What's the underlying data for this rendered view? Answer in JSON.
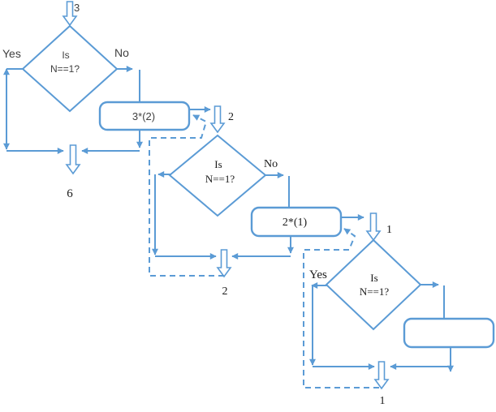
{
  "diagram": {
    "accent_color": "#5B9BD5",
    "sans_text_color": "#3F3F3F",
    "serif_text_color": "#1A1A1A",
    "levels": [
      {
        "entry_value": "3",
        "yes_label": "Yes",
        "no_label": "No",
        "condition_line1": "Is",
        "condition_line2": "N==1?",
        "call_box_label": "3*(2)",
        "result_value": "6"
      },
      {
        "entry_value": "2",
        "no_label": "No",
        "condition_line1": "Is",
        "condition_line2": "N==1?",
        "call_box_label": "2*(1)",
        "result_value": "2"
      },
      {
        "entry_value": "1",
        "yes_label": "Yes",
        "condition_line1": "Is",
        "condition_line2": "N==1?",
        "call_box_label": "",
        "result_value": "1"
      }
    ]
  }
}
